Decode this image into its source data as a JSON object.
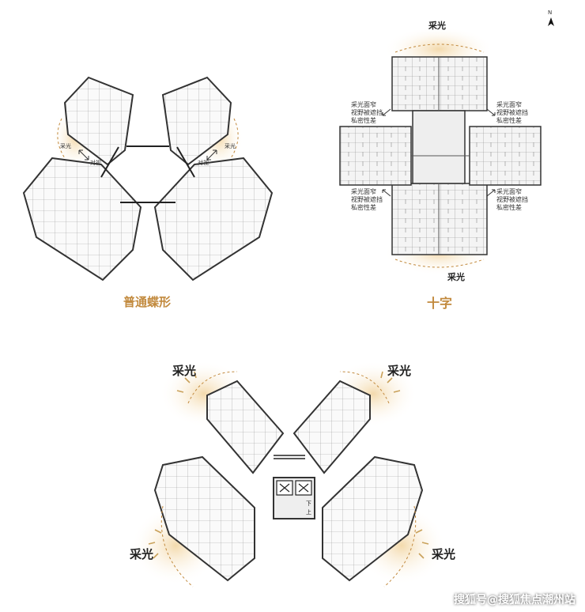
{
  "top_left": {
    "caption": "普通蝶形",
    "light_label": "采光",
    "facing_label": "对视"
  },
  "top_right": {
    "caption": "十字",
    "north_label": "N",
    "light_top": "采光",
    "light_bottom": "采光",
    "notes": [
      "采光面窄\n视野被遮挡\n私密性差",
      "采光面窄\n视野被遮挡\n私密性差",
      "采光面窄\n视野被遮挡\n私密性差",
      "采光面窄\n视野被遮挡\n私密性差"
    ]
  },
  "bottom": {
    "light_labels": [
      "采光",
      "采光",
      "采光",
      "采光"
    ],
    "stair_up": "上",
    "stair_down": "下"
  },
  "watermark": "搜狐号@搜狐焦点潮州站",
  "colors": {
    "accent": "#c28a3e",
    "glow": "#f3e3c6",
    "wall": "#333333"
  }
}
